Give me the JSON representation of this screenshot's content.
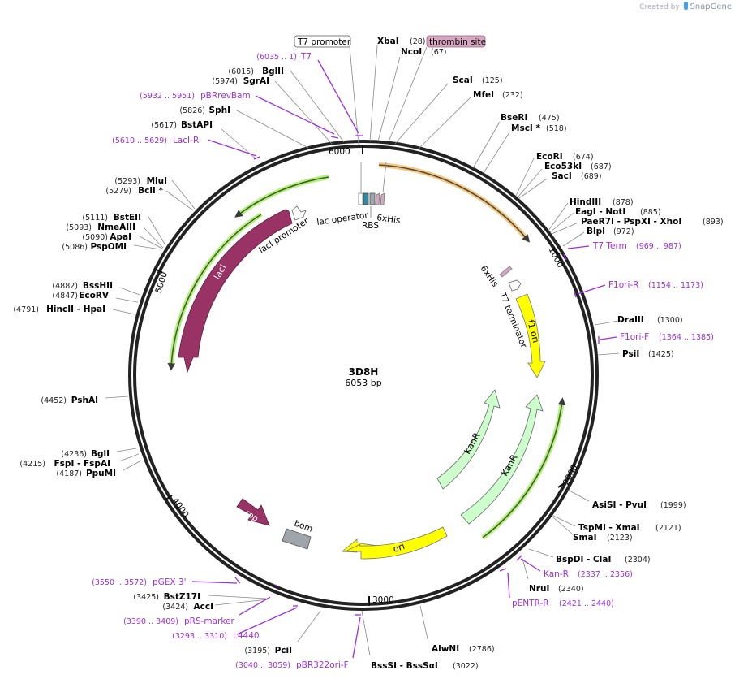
{
  "credit": {
    "prefix": "Created by",
    "brand": "SnapGene"
  },
  "plasmid": {
    "name": "3D8H",
    "length_label": "6053 bp",
    "length": 6053
  },
  "tick_labels": [
    {
      "label": "6000",
      "pos": 6000
    },
    {
      "label": "1000",
      "pos": 1000
    },
    {
      "label": "2000",
      "pos": 2000
    },
    {
      "label": "3000",
      "pos": 3000
    },
    {
      "label": "4000",
      "pos": 4000
    },
    {
      "label": "5000",
      "pos": 5000
    }
  ],
  "boxed_labels": [
    {
      "label": "T7 promoter",
      "style": "white"
    },
    {
      "label": "thrombin site",
      "style": "pink"
    }
  ],
  "enzymes_right": [
    {
      "name": "XbaI",
      "pos": "(28)"
    },
    {
      "name": "NcoI",
      "pos": "(67)"
    },
    {
      "name": "ScaI",
      "pos": "(125)"
    },
    {
      "name": "MfeI",
      "pos": "(232)"
    },
    {
      "name": "BseRI",
      "pos": "(475)"
    },
    {
      "name": "MscI *",
      "pos": "(518)"
    },
    {
      "name": "EcoRI",
      "pos": "(674)"
    },
    {
      "name": "Eco53kI",
      "pos": "(687)"
    },
    {
      "name": "SacI",
      "pos": "(689)"
    },
    {
      "name": "HindIII",
      "pos": "(878)"
    },
    {
      "name": "EagI  - NotI",
      "pos": "(885)"
    },
    {
      "name": "PaeR7I  - PspXI  - XhoI",
      "pos": "(893)"
    },
    {
      "name": "BlpI",
      "pos": "(972)"
    },
    {
      "name": "DraIII",
      "pos": "(1300)"
    },
    {
      "name": "PsiI",
      "pos": "(1425)"
    },
    {
      "name": "AsiSI  - PvuI",
      "pos": "(1999)"
    },
    {
      "name": "TspMI  - XmaI",
      "pos": "(2121)"
    },
    {
      "name": "SmaI",
      "pos": "(2123)"
    },
    {
      "name": "BspDI  - ClaI",
      "pos": "(2304)"
    },
    {
      "name": "NruI",
      "pos": "(2340)"
    },
    {
      "name": "AlwNI",
      "pos": "(2786)"
    },
    {
      "name": "BssSI  - BssSαI",
      "pos": "(3022)"
    }
  ],
  "enzymes_left": [
    {
      "name": "BglII",
      "pos": "(6015)"
    },
    {
      "name": "SgrAI",
      "pos": "(5974)"
    },
    {
      "name": "SphI",
      "pos": "(5826)"
    },
    {
      "name": "BstAPI",
      "pos": "(5617)"
    },
    {
      "name": "MluI",
      "pos": "(5293)"
    },
    {
      "name": "BclI *",
      "pos": "(5279)"
    },
    {
      "name": "BstEII",
      "pos": "(5111)"
    },
    {
      "name": "NmeAIII",
      "pos": "(5093)"
    },
    {
      "name": "ApaI",
      "pos": "(5090)"
    },
    {
      "name": "PspOMI",
      "pos": "(5086)"
    },
    {
      "name": "BssHII",
      "pos": "(4882)"
    },
    {
      "name": "EcoRV",
      "pos": "(4847)"
    },
    {
      "name": "HincII  - HpaI",
      "pos": "(4791)"
    },
    {
      "name": "PshAI",
      "pos": "(4452)"
    },
    {
      "name": "BglI",
      "pos": "(4236)"
    },
    {
      "name": "FspI  - FspAI",
      "pos": "(4215)"
    },
    {
      "name": "PpuMI",
      "pos": "(4187)"
    },
    {
      "name": "BstZ17I",
      "pos": "(3425)"
    },
    {
      "name": "AccI",
      "pos": "(3424)"
    },
    {
      "name": "PciI",
      "pos": "(3195)"
    }
  ],
  "primers": [
    {
      "name": "T7",
      "range": "(6035 .. 1)"
    },
    {
      "name": "pBRrevBam",
      "range": "(5932 .. 5951)"
    },
    {
      "name": "LacI-R",
      "range": "(5610 .. 5629)"
    },
    {
      "name": "T7 Term",
      "range": "(969 .. 987)"
    },
    {
      "name": "F1ori-R",
      "range": "(1154 .. 1173)"
    },
    {
      "name": "F1ori-F",
      "range": "(1364 .. 1385)"
    },
    {
      "name": "Kan-R",
      "range": "(2337 .. 2356)"
    },
    {
      "name": "pENTR-R",
      "range": "(2421 .. 2440)"
    },
    {
      "name": "pGEX 3'",
      "range": "(3550 .. 3572)"
    },
    {
      "name": "pRS-marker",
      "range": "(3390 .. 3409)"
    },
    {
      "name": "L4440",
      "range": "(3293 .. 3310)"
    },
    {
      "name": "pBR322ori-F",
      "range": "(3040 .. 3059)"
    }
  ],
  "features": [
    {
      "name": "lac operator"
    },
    {
      "name": "RBS"
    },
    {
      "name": "6xHis",
      "index": 0
    },
    {
      "name": "lacI promoter"
    },
    {
      "name": "lacI",
      "color": "#993366"
    },
    {
      "name": "6xHis",
      "index": 1
    },
    {
      "name": "T7 terminator"
    },
    {
      "name": "f1 ori",
      "color": "#ffff00"
    },
    {
      "name": "KanR",
      "color": "#ccffcc",
      "index": 0
    },
    {
      "name": "KanR",
      "color": "#ccffcc",
      "index": 1
    },
    {
      "name": "ori",
      "color": "#ffff00"
    },
    {
      "name": "rop",
      "color": "#993366"
    },
    {
      "name": "bom",
      "color": "#a0a4ab"
    }
  ],
  "colors": {
    "backbone": "#222222",
    "primer": "#9b30e0",
    "orf_green": "#b5f07a",
    "orf_orange": "#f9c77a",
    "feature_yellow": "#ffff00",
    "feature_purple": "#993366",
    "feature_kan": "#ccffcc",
    "his_pink": "#d7a6c2",
    "lacop_teal": "#2e8ba3",
    "rbs_gray": "#a0a4ab"
  }
}
